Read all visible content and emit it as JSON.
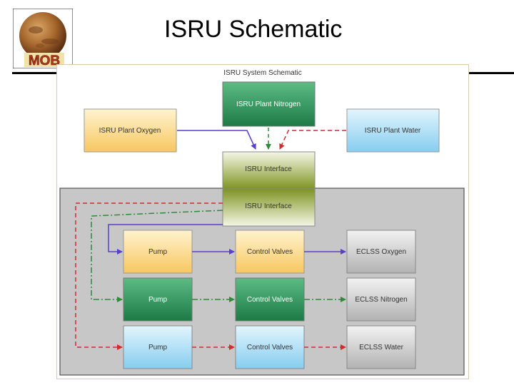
{
  "slide": {
    "title": "ISRU Schematic"
  },
  "logo": {
    "text": "MOB",
    "icon": "mars-planet-icon"
  },
  "diagram": {
    "title": "ISRU System Schematic",
    "nodes": {
      "plant_nitrogen": "ISRU Plant Nitrogen",
      "plant_oxygen": "ISRU Plant Oxygen",
      "plant_water": "ISRU Plant Water",
      "interface_top": "ISRU Interface",
      "interface_bottom": "ISRU Interface",
      "pump_oxygen": "Pump",
      "pump_nitrogen": "Pump",
      "pump_water": "Pump",
      "valves_oxygen": "Control Valves",
      "valves_nitrogen": "Control Valves",
      "valves_water": "Control Valves",
      "eclss_oxygen": "ECLSS Oxygen",
      "eclss_nitrogen": "ECLSS Nitrogen",
      "eclss_water": "ECLSS Water"
    },
    "colors": {
      "oxygen_line": "#5a3fc8",
      "nitrogen_line": "#2e8b3a",
      "water_line": "#d42a2a",
      "oxygen_fill": "#fcd887",
      "nitrogen_fill": "#2e8f57",
      "water_fill": "#a7dcf6",
      "eclss_fill": "#c8c8c8",
      "interface_fill": "#8a9c2a"
    }
  }
}
